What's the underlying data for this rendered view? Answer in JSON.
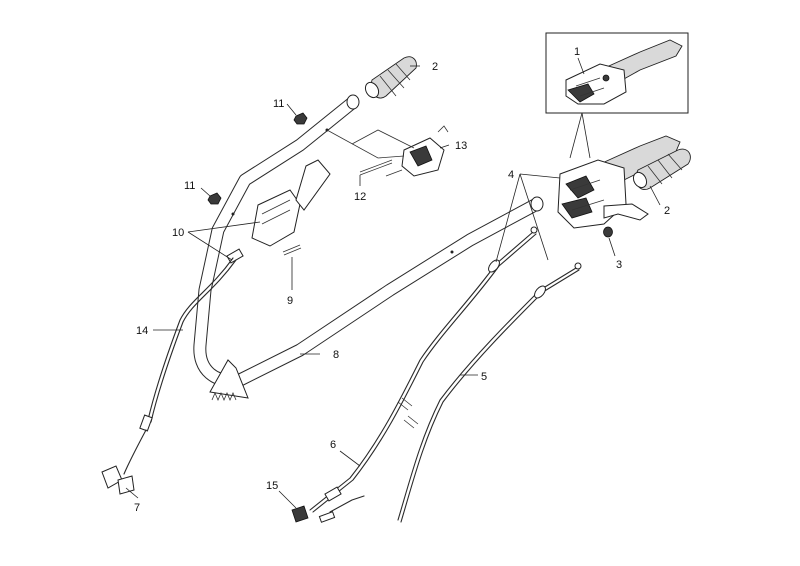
{
  "callouts": {
    "c1": "1",
    "c2a": "2",
    "c2b": "2",
    "c3": "3",
    "c4": "4",
    "c5": "5",
    "c6": "6",
    "c7": "7",
    "c8": "8",
    "c9": "9",
    "c10": "10",
    "c11a": "11",
    "c11b": "11",
    "c12": "12",
    "c13": "13",
    "c14": "14",
    "c15": "15"
  }
}
